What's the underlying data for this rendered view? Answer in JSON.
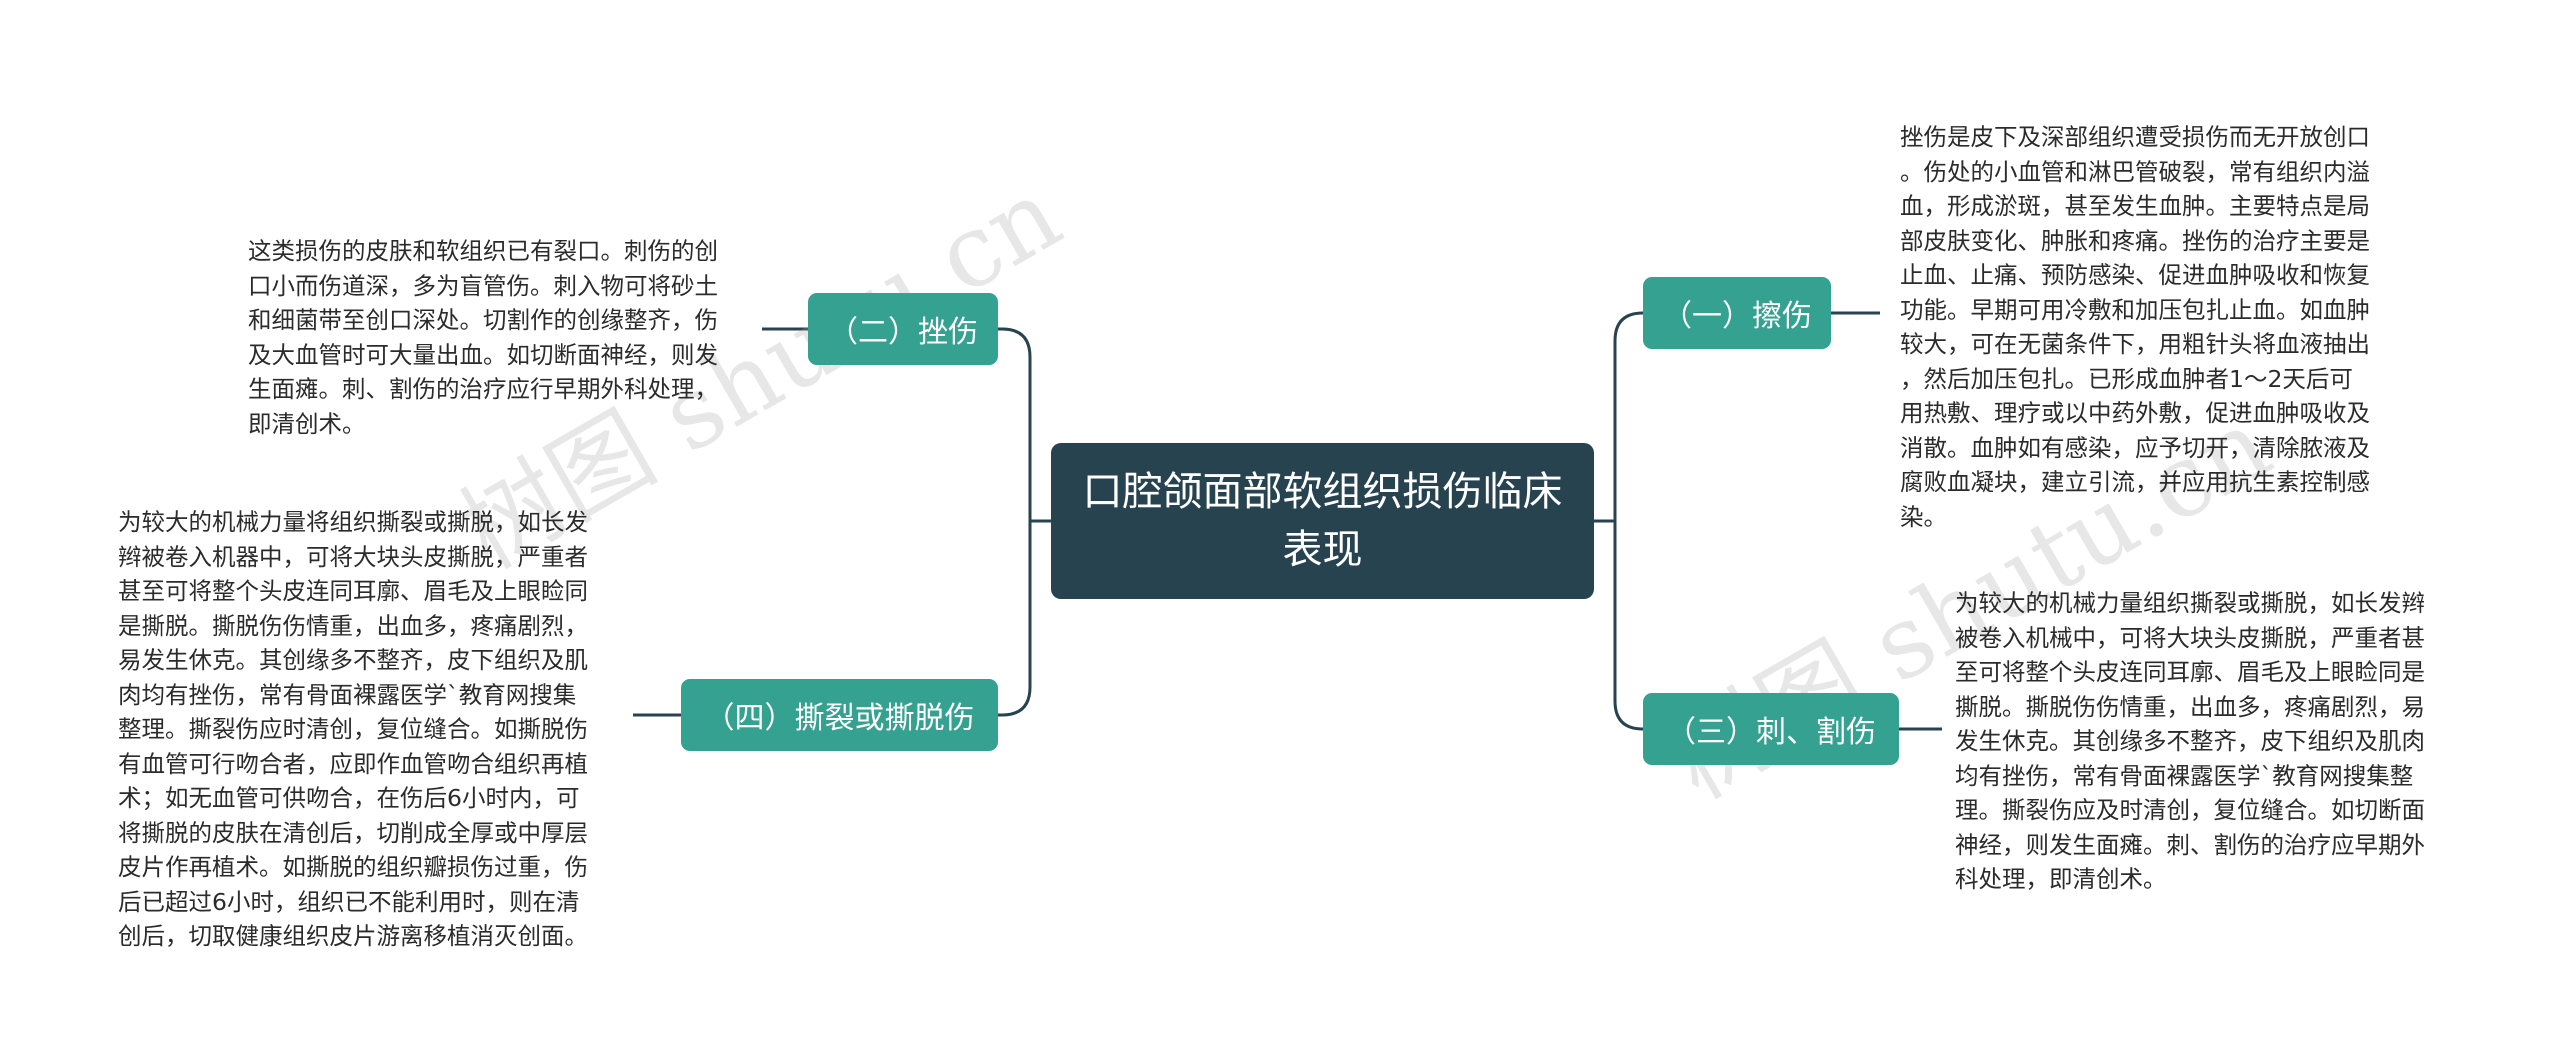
{
  "center": {
    "title": "口腔颌面部软组织损伤临床表现"
  },
  "branches": {
    "b1": {
      "label": "（一）擦伤"
    },
    "b2": {
      "label": "（二）挫伤"
    },
    "b3": {
      "label": "（三）刺、割伤"
    },
    "b4": {
      "label": "（四）撕裂或撕脱伤"
    }
  },
  "leaves": {
    "l1": "挫伤是皮下及深部组织遭受损伤而无开放创口\n。伤处的小血管和淋巴管破裂，常有组织内溢\n血，形成淤斑，甚至发生血肿。主要特点是局\n部皮肤变化、肿胀和疼痛。挫伤的治疗主要是\n止血、止痛、预防感染、促进血肿吸收和恢复\n功能。早期可用冷敷和加压包扎止血。如血肿\n较大，可在无菌条件下，用粗针头将血液抽出\n，然后加压包扎。已形成血肿者1～2天后可\n用热敷、理疗或以中药外敷，促进血肿吸收及\n消散。血肿如有感染，应予切开，清除脓液及\n腐败血凝块，建立引流，并应用抗生素控制感\n染。",
    "l2": "这类损伤的皮肤和软组织已有裂口。刺伤的创\n口小而伤道深，多为盲管伤。刺入物可将砂土\n和细菌带至创口深处。切割作的创缘整齐，伤\n及大血管时可大量出血。如切断面神经，则发\n生面瘫。刺、割伤的治疗应行早期外科处理，\n即清创术。",
    "l3": "为较大的机械力量组织撕裂或撕脱，如长发辫\n被卷入机械中，可将大块头皮撕脱，严重者甚\n至可将整个头皮连同耳廓、眉毛及上眼睑同是\n撕脱。撕脱伤伤情重，出血多，疼痛剧烈，易\n发生休克。其创缘多不整齐，皮下组织及肌肉\n均有挫伤，常有骨面裸露医学`教育网搜集整\n理。撕裂伤应及时清创，复位缝合。如切断面\n神经，则发生面瘫。刺、割伤的治疗应早期外\n科处理，即清创术。",
    "l4": "为较大的机械力量将组织撕裂或撕脱，如长发\n辫被卷入机器中，可将大块头皮撕脱，严重者\n甚至可将整个头皮连同耳廓、眉毛及上眼睑同\n是撕脱。撕脱伤伤情重，出血多，疼痛剧烈，\n易发生休克。其创缘多不整齐，皮下组织及肌\n肉均有挫伤，常有骨面裸露医学`教育网搜集\n整理。撕裂伤应时清创，复位缝合。如撕脱伤\n有血管可行吻合者，应即作血管吻合组织再植\n术；如无血管可供吻合，在伤后6小时内，可\n将撕脱的皮肤在清创后，切削成全厚或中厚层\n皮片作再植术。如撕脱的组织瓣损伤过重，伤\n后已超过6小时，组织已不能利用时，则在清\n创后，切取健康组织皮片游离移植消灭创面。"
  },
  "watermarks": [
    "树图 shutu.cn",
    "树图 shutu.cn"
  ],
  "colors": {
    "center_bg": "#27434f",
    "branch_bg": "#35a191",
    "line": "#27434f"
  }
}
